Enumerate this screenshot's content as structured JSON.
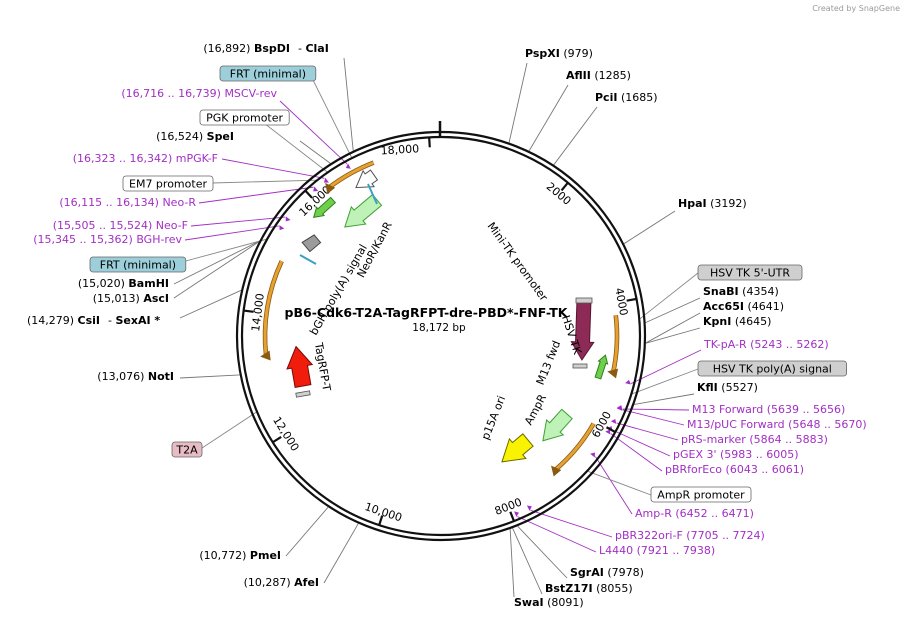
{
  "watermark": "Created by SnapGene",
  "map": {
    "name": "pB6-Cdk6-T2A-TagRFPT-dre-PBD*-FNF-TK",
    "size_label": "18,172 bp",
    "total_bp": 18172
  },
  "ticks": [
    {
      "bp": 18000,
      "label": "18,000"
    },
    {
      "bp": 2000,
      "label": "2000"
    },
    {
      "bp": 4000,
      "label": "4000"
    },
    {
      "bp": 6000,
      "label": "6000"
    },
    {
      "bp": 8000,
      "label": "8000"
    },
    {
      "bp": 10000,
      "label": "10,000"
    },
    {
      "bp": 12000,
      "label": "12,000"
    },
    {
      "bp": 14000,
      "label": "14,000"
    },
    {
      "bp": 16000,
      "label": "16,000"
    }
  ],
  "sites": [
    {
      "id": "bspdi",
      "name": "BspDI",
      "pos": "(16,892)",
      "bp": 16892,
      "side": "left",
      "extra": "ClaI"
    },
    {
      "id": "spei",
      "name": "SpeI",
      "pos": "(16,524)",
      "bp": 16524,
      "side": "left"
    },
    {
      "id": "bamhi",
      "name": "BamHI",
      "pos": "(15,020)",
      "bp": 15020,
      "side": "left"
    },
    {
      "id": "asci",
      "name": "AscI",
      "pos": "(15,013)",
      "bp": 15013,
      "side": "left"
    },
    {
      "id": "csii",
      "name": "CsiI",
      "pos": "(14,279)",
      "bp": 14279,
      "side": "left",
      "extra": "SexAI *"
    },
    {
      "id": "noti",
      "name": "NotI",
      "pos": "(13,076)",
      "bp": 13076,
      "side": "left"
    },
    {
      "id": "pmei",
      "name": "PmeI",
      "pos": "(10,772)",
      "bp": 10772,
      "side": "left"
    },
    {
      "id": "afei",
      "name": "AfeI",
      "pos": "(10,287)",
      "bp": 10287,
      "side": "left"
    },
    {
      "id": "pspxi",
      "name": "PspXI",
      "pos": "(979)",
      "bp": 979,
      "side": "right"
    },
    {
      "id": "aflii",
      "name": "AflII",
      "pos": "(1285)",
      "bp": 1285,
      "side": "right"
    },
    {
      "id": "pcii",
      "name": "PciI",
      "pos": "(1685)",
      "bp": 1685,
      "side": "right"
    },
    {
      "id": "hpai",
      "name": "HpaI",
      "pos": "(3192)",
      "bp": 3192,
      "side": "right"
    },
    {
      "id": "snabi",
      "name": "SnaBI",
      "pos": "(4354)",
      "bp": 4354,
      "side": "right"
    },
    {
      "id": "acc65i",
      "name": "Acc65I",
      "pos": "(4641)",
      "bp": 4641,
      "side": "right"
    },
    {
      "id": "kpni",
      "name": "KpnI",
      "pos": "(4645)",
      "bp": 4645,
      "side": "right"
    },
    {
      "id": "kfli",
      "name": "KflI",
      "pos": "(5527)",
      "bp": 5527,
      "side": "right"
    },
    {
      "id": "sgrai",
      "name": "SgrAI",
      "pos": "(7978)",
      "bp": 7978,
      "side": "right"
    },
    {
      "id": "bstz17i",
      "name": "BstZ17I",
      "pos": "(8055)",
      "bp": 8055,
      "side": "right"
    },
    {
      "id": "swai",
      "name": "SwaI",
      "pos": "(8091)",
      "bp": 8091,
      "side": "right"
    }
  ],
  "primers": [
    {
      "id": "mscv",
      "name": "MSCV-rev",
      "range": "(16,716 .. 16,739)",
      "bp": 16727,
      "side": "left"
    },
    {
      "id": "mpgk",
      "name": "mPGK-F",
      "range": "(16,323 .. 16,342)",
      "bp": 16332,
      "side": "left"
    },
    {
      "id": "neor",
      "name": "Neo-R",
      "range": "(16,115 .. 16,134)",
      "bp": 16124,
      "side": "left"
    },
    {
      "id": "neof",
      "name": "Neo-F",
      "range": "(15,505 .. 15,524)",
      "bp": 15514,
      "side": "left"
    },
    {
      "id": "bgh",
      "name": "BGH-rev",
      "range": "(15,345 .. 15,362)",
      "bp": 15353,
      "side": "left"
    },
    {
      "id": "tkpa",
      "name": "TK-pA-R",
      "range": "(5243 .. 5262)",
      "bp": 5252,
      "side": "right"
    },
    {
      "id": "m13fwd",
      "name": "M13 Forward",
      "range": "(5639 .. 5656)",
      "bp": 5647,
      "side": "right"
    },
    {
      "id": "m13puc",
      "name": "M13/pUC Forward",
      "range": "(5648 .. 5670)",
      "bp": 5659,
      "side": "right"
    },
    {
      "id": "prs",
      "name": "pRS-marker",
      "range": "(5864 .. 5883)",
      "bp": 5873,
      "side": "right"
    },
    {
      "id": "pgex",
      "name": "pGEX 3'",
      "range": "(5983 .. 6005)",
      "bp": 5994,
      "side": "right"
    },
    {
      "id": "pbrfor",
      "name": "pBRforEco",
      "range": "(6043 .. 6061)",
      "bp": 6052,
      "side": "right"
    },
    {
      "id": "ampr",
      "name": "Amp-R",
      "range": "(6452 .. 6471)",
      "bp": 6461,
      "side": "right"
    },
    {
      "id": "pbr322",
      "name": "pBR322ori-F",
      "range": "(7705 .. 7724)",
      "bp": 7714,
      "side": "right"
    },
    {
      "id": "l4440",
      "name": "L4440",
      "range": "(7921 .. 7938)",
      "bp": 7929,
      "side": "right"
    }
  ],
  "boxed": [
    {
      "id": "frt1",
      "text": "FRT (minimal)",
      "bp": 16830,
      "style": "teal"
    },
    {
      "id": "pgkprom",
      "text": "PGK promoter",
      "bp": 16420,
      "style": "white"
    },
    {
      "id": "em7",
      "text": "EM7 promoter",
      "bp": 16230,
      "style": "white"
    },
    {
      "id": "frt2",
      "text": "FRT (minimal)",
      "bp": 15100,
      "style": "teal"
    },
    {
      "id": "t2a",
      "text": "T2A",
      "bp": 12500,
      "style": "pink"
    },
    {
      "id": "hsv5",
      "text": "HSV TK 5'-UTR",
      "bp": 4300,
      "style": "gray"
    },
    {
      "id": "hsvpa",
      "text": "HSV TK poly(A) signal",
      "bp": 5400,
      "style": "gray"
    },
    {
      "id": "ampprom",
      "text": "AmpR promoter",
      "bp": 6700,
      "style": "white"
    }
  ],
  "feature_labels": [
    {
      "id": "neokan",
      "text": "NeoR/KanR",
      "rot": -62
    },
    {
      "id": "bghpa",
      "text": "bGH poly(A) signal",
      "rot": -60
    },
    {
      "id": "minitk",
      "text": "Mini-TK promoter",
      "rot": 54
    },
    {
      "id": "hsvtk",
      "text": "HSV TK",
      "rot": 72
    },
    {
      "id": "m13fwdlab",
      "text": "M13 fwd",
      "rot": -68
    },
    {
      "id": "amprlab",
      "text": "AmpR",
      "rot": -62
    },
    {
      "id": "p15a",
      "text": "p15A ori",
      "rot": -68
    },
    {
      "id": "tagrfp",
      "text": "TagRFP-T",
      "rot": 80
    }
  ],
  "colors": {
    "primer": "#a22fc4",
    "ring": "#111111",
    "cds_green": "#bff2b6",
    "cds_green_edge": "#3e9f34",
    "orange": "#e7a131",
    "tk": "#8e2a56",
    "red": "#f01c0c",
    "yellow": "#f9f200",
    "teal_box": "#9ccfd9",
    "gray_box": "#cfcfcf",
    "pink_box": "#e7bcc4"
  }
}
